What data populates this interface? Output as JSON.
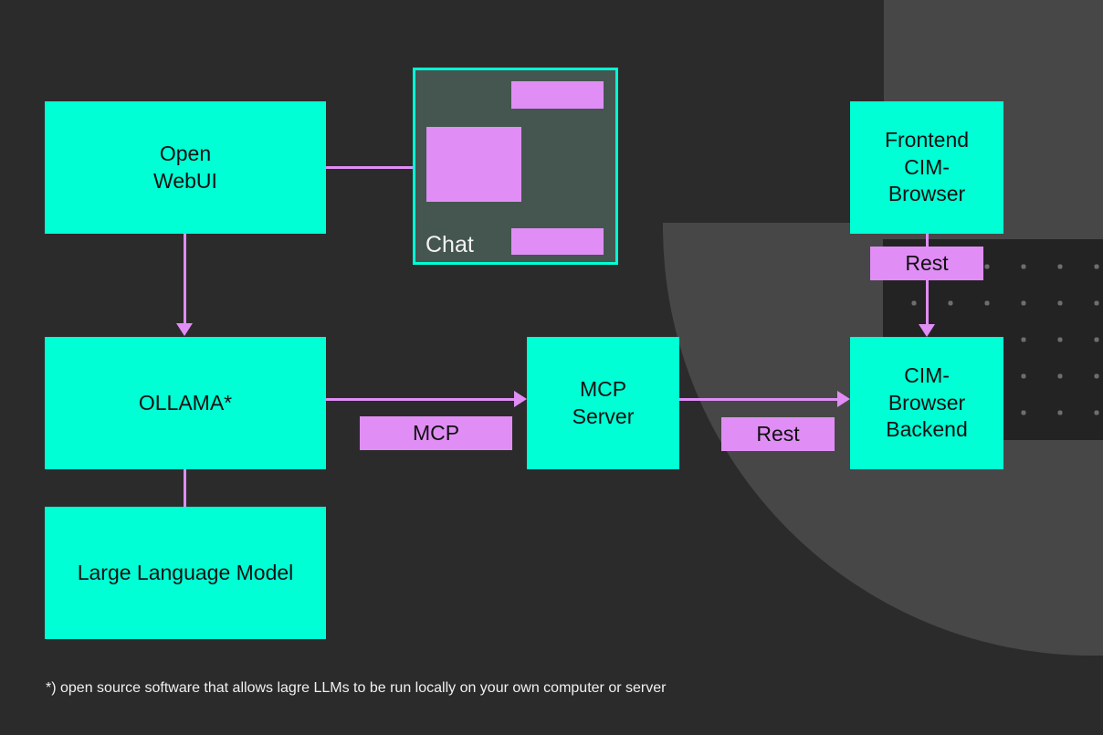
{
  "diagram": {
    "title": "LLM / MCP / CIM-Browser architecture",
    "background_color": "#2b2b2b",
    "node_color": "#00ffd5",
    "label_color": "#e08ef5",
    "chat_window_color": "#44564f",
    "decor_gray": "#474747",
    "dot_color": "#6e6e6e"
  },
  "nodes": {
    "open_webui": "Open\nWebUI",
    "ollama": "OLLAMA*",
    "large_language_model": "Large Language Model",
    "mcp_server": "MCP\nServer",
    "frontend_cim_browser": "Frontend\nCIM-\nBrowser",
    "cim_browser_backend": "CIM-\nBrowser\nBackend"
  },
  "chat_window": {
    "label": "Chat"
  },
  "edge_labels": {
    "mcp": "MCP",
    "rest_mcp_to_cim": "Rest",
    "rest_frontend_to_backend": "Rest"
  },
  "footnote": {
    "text": "*) open source software that allows lagre LLMs to be run locally on your own computer or server"
  }
}
